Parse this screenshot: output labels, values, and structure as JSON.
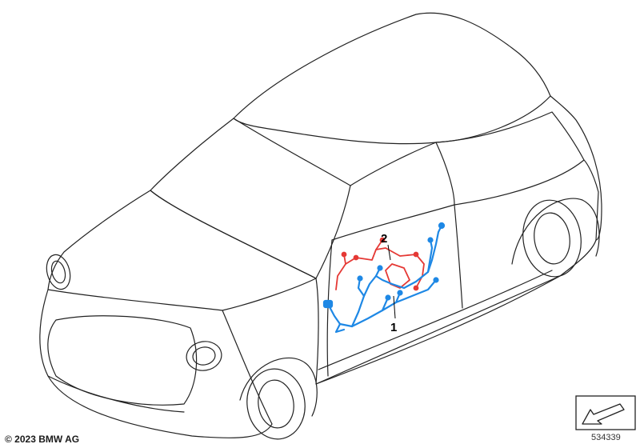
{
  "callouts": [
    {
      "label": "1",
      "part": "blue wiring harness"
    },
    {
      "label": "2",
      "part": "red wiring harness"
    }
  ],
  "colors": {
    "harness_1": "#1e88e5",
    "harness_2": "#e53935",
    "outline": "#222222"
  },
  "footer": {
    "copyright": "© 2023 BMW AG",
    "diagram_number": "534339"
  },
  "icons": [
    "car-outline-icon",
    "navigation-arrow-icon"
  ]
}
